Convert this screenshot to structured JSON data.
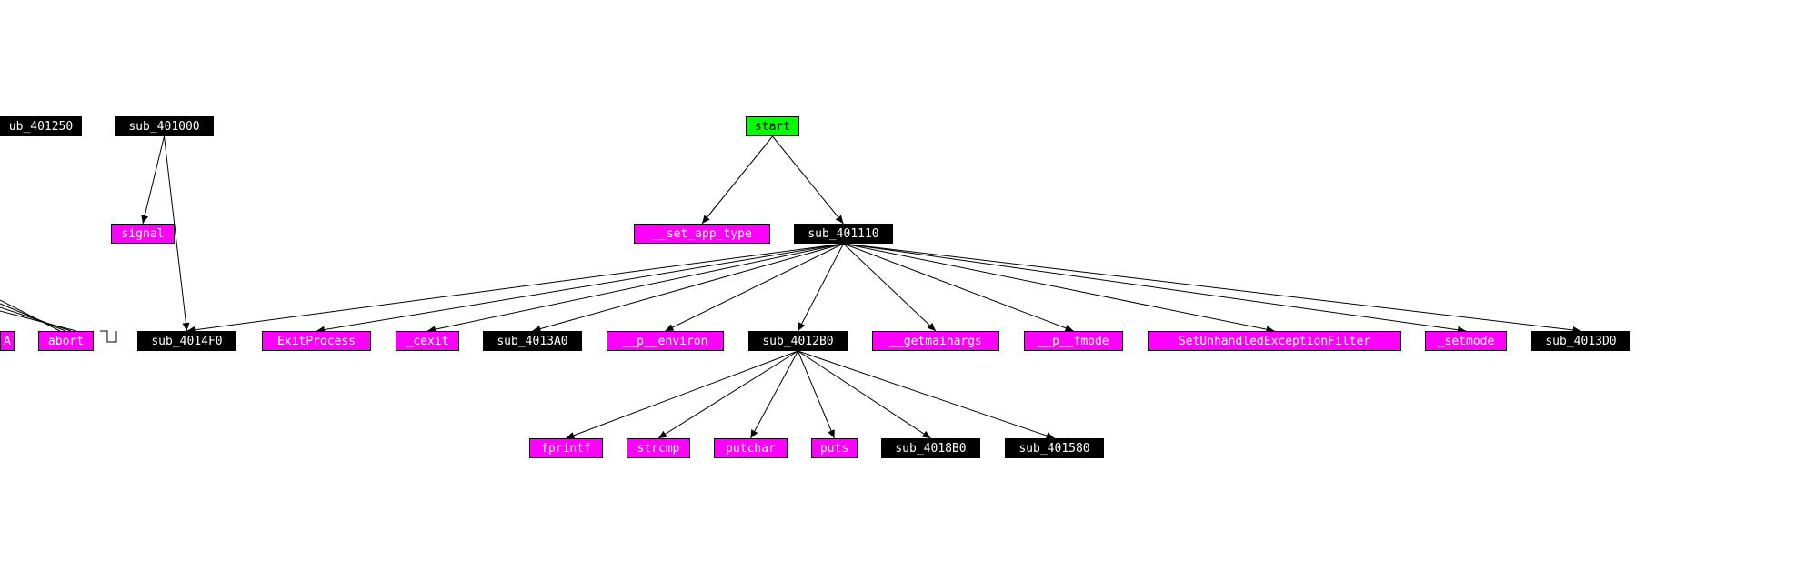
{
  "graph": {
    "colors": {
      "entry": "#00ff00",
      "import": "#ff00ff",
      "function": "#000000",
      "edge": "#000000",
      "entry_text": "#000000",
      "import_text": "#ffffff",
      "function_text": "#ffffff"
    },
    "nodes": [
      {
        "id": "n_sub_401250",
        "label": "ub_401250",
        "kind": "function"
      },
      {
        "id": "n_sub_401000",
        "label": "sub_401000",
        "kind": "function"
      },
      {
        "id": "n_start",
        "label": "start",
        "kind": "entry"
      },
      {
        "id": "n_signal",
        "label": "signal",
        "kind": "import"
      },
      {
        "id": "n_set_app_type",
        "label": "__set_app_type",
        "kind": "import"
      },
      {
        "id": "n_sub_401110",
        "label": "sub_401110",
        "kind": "function"
      },
      {
        "id": "n_a",
        "label": "A",
        "kind": "import"
      },
      {
        "id": "n_abort",
        "label": "abort",
        "kind": "import"
      },
      {
        "id": "n_sub_4014F0",
        "label": "sub_4014F0",
        "kind": "function"
      },
      {
        "id": "n_ExitProcess",
        "label": "ExitProcess",
        "kind": "import"
      },
      {
        "id": "n_cexit",
        "label": "_cexit",
        "kind": "import"
      },
      {
        "id": "n_sub_4013A0",
        "label": "sub_4013A0",
        "kind": "function"
      },
      {
        "id": "n_p_environ",
        "label": "__p__environ",
        "kind": "import"
      },
      {
        "id": "n_sub_4012B0",
        "label": "sub_4012B0",
        "kind": "function"
      },
      {
        "id": "n_getmainargs",
        "label": "__getmainargs",
        "kind": "import"
      },
      {
        "id": "n_p_fmode",
        "label": "__p__fmode",
        "kind": "import"
      },
      {
        "id": "n_SetUnhandled",
        "label": "SetUnhandledExceptionFilter",
        "kind": "import"
      },
      {
        "id": "n_setmode",
        "label": "_setmode",
        "kind": "import"
      },
      {
        "id": "n_sub_4013D0",
        "label": "sub_4013D0",
        "kind": "function"
      },
      {
        "id": "n_fprintf",
        "label": "fprintf",
        "kind": "import"
      },
      {
        "id": "n_strcmp",
        "label": "strcmp",
        "kind": "import"
      },
      {
        "id": "n_putchar",
        "label": "putchar",
        "kind": "import"
      },
      {
        "id": "n_puts",
        "label": "puts",
        "kind": "import"
      },
      {
        "id": "n_sub_4018B0",
        "label": "sub_4018B0",
        "kind": "function"
      },
      {
        "id": "n_sub_401580",
        "label": "sub_401580",
        "kind": "function"
      }
    ],
    "edges": [
      {
        "from": "n_start",
        "to": "n_set_app_type"
      },
      {
        "from": "n_start",
        "to": "n_sub_401110"
      },
      {
        "from": "n_sub_401000",
        "to": "n_signal"
      },
      {
        "from": "n_sub_401000",
        "to": "n_sub_4014F0"
      },
      {
        "from": "n_sub_401110",
        "to": "n_sub_4014F0"
      },
      {
        "from": "n_sub_401110",
        "to": "n_ExitProcess"
      },
      {
        "from": "n_sub_401110",
        "to": "n_cexit"
      },
      {
        "from": "n_sub_401110",
        "to": "n_sub_4013A0"
      },
      {
        "from": "n_sub_401110",
        "to": "n_p_environ"
      },
      {
        "from": "n_sub_401110",
        "to": "n_sub_4012B0"
      },
      {
        "from": "n_sub_401110",
        "to": "n_getmainargs"
      },
      {
        "from": "n_sub_401110",
        "to": "n_p_fmode"
      },
      {
        "from": "n_sub_401110",
        "to": "n_SetUnhandled"
      },
      {
        "from": "n_sub_401110",
        "to": "n_setmode"
      },
      {
        "from": "n_sub_401110",
        "to": "n_sub_4013D0"
      },
      {
        "from": "n_sub_4012B0",
        "to": "n_fprintf"
      },
      {
        "from": "n_sub_4012B0",
        "to": "n_strcmp"
      },
      {
        "from": "n_sub_4012B0",
        "to": "n_putchar"
      },
      {
        "from": "n_sub_4012B0",
        "to": "n_puts"
      },
      {
        "from": "n_sub_4012B0",
        "to": "n_sub_4018B0"
      },
      {
        "from": "n_sub_4012B0",
        "to": "n_sub_401580"
      }
    ]
  }
}
